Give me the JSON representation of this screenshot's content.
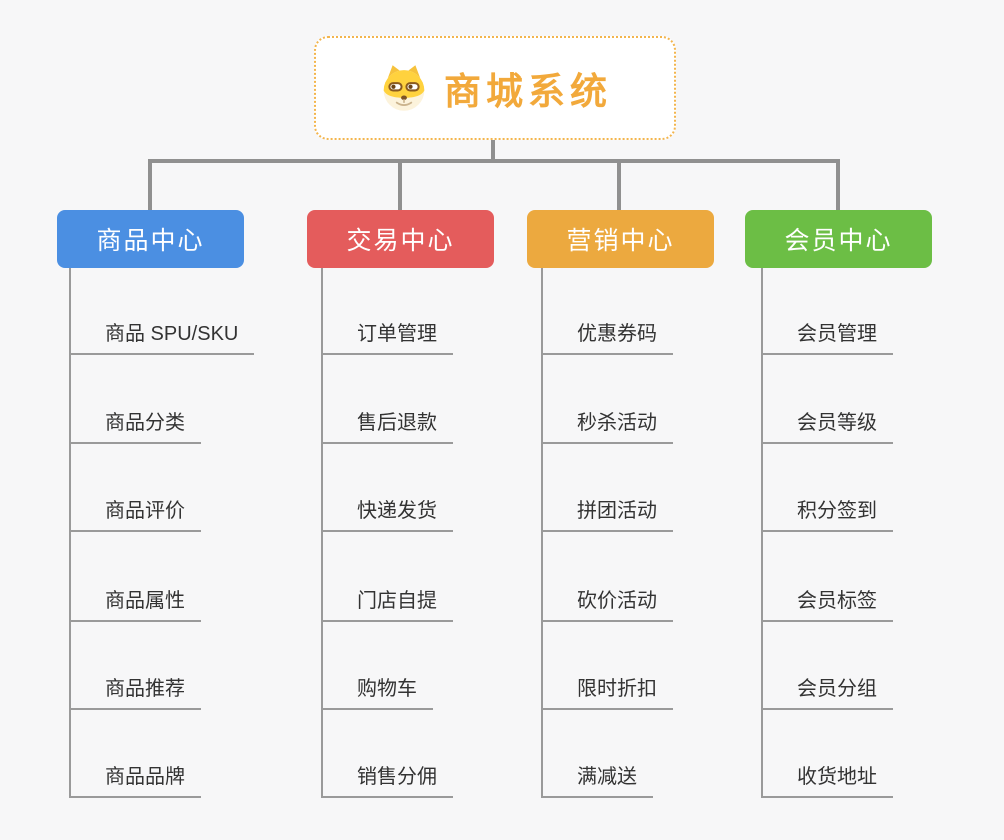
{
  "root": {
    "title": "商城系统",
    "icon": "shiba-dog-icon",
    "accent_color": "#F2A93B",
    "border_color": "#F3B54D"
  },
  "connector_color": "#909090",
  "background_color": "#F7F7F8",
  "leaf_text_color": "#333333",
  "branches": [
    {
      "label": "商品中心",
      "color": "#4B8FE2",
      "children": [
        "商品 SPU/SKU",
        "商品分类",
        "商品评价",
        "商品属性",
        "商品推荐",
        "商品品牌"
      ]
    },
    {
      "label": "交易中心",
      "color": "#E45C5C",
      "children": [
        "订单管理",
        "售后退款",
        "快递发货",
        "门店自提",
        "购物车",
        "销售分佣"
      ]
    },
    {
      "label": "营销中心",
      "color": "#ECA93F",
      "children": [
        "优惠券码",
        "秒杀活动",
        "拼团活动",
        "砍价活动",
        "限时折扣",
        "满减送"
      ]
    },
    {
      "label": "会员中心",
      "color": "#6CBE45",
      "children": [
        "会员管理",
        "会员等级",
        "积分签到",
        "会员标签",
        "会员分组",
        "收货地址"
      ]
    }
  ]
}
